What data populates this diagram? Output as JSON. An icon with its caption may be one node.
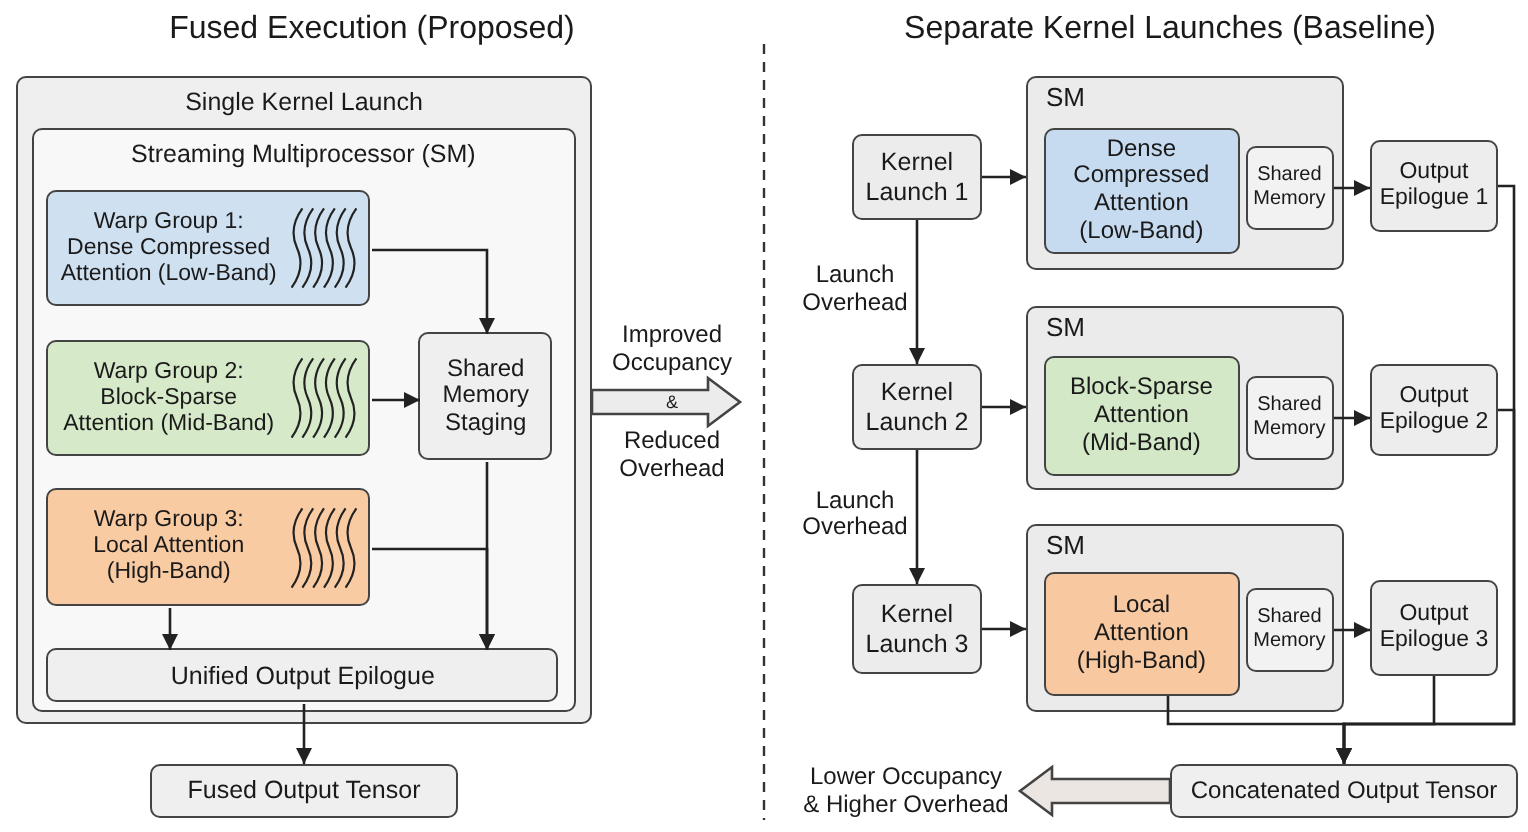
{
  "diagram": {
    "nodes": [
      {
        "text": [
          "Single Kernel Launch"
        ]
      },
      {
        "text": [
          "Streaming Multiprocessor (SM)"
        ],
        "in": 0
      },
      {
        "text": [
          "Warp Group 1:",
          "Dense Compressed Attention (Low-Band)"
        ],
        "in": 1
      },
      {
        "text": [
          "Warp Group 2:",
          "Block-Sparse Attention (Mid-Band)"
        ],
        "in": 1
      },
      {
        "text": [
          "Shared Memory Staging"
        ],
        "in": 1
      },
      {
        "text": [
          "Warp Group 3:",
          "Local Attention (High-Band)"
        ],
        "in": 1
      },
      {
        "text": [
          "Unified Output Epilogue"
        ],
        "in": 1
      },
      {
        "text": [
          "Fused Output Tensor"
        ]
      },
      {
        "text": [
          "Kernel Launch 1"
        ]
      },
      {
        "text": [
          "SM"
        ]
      },
      {
        "text": [
          "Dense Compressed Attention (Low-Band)"
        ],
        "in": 9
      },
      {
        "text": [
          "Shared Memory"
        ],
        "in": 9
      },
      {
        "text": [
          "Output Epilogue 1"
        ]
      },
      {
        "text": [
          "Kernel Launch 2"
        ]
      },
      {
        "text": [
          "SM"
        ]
      },
      {
        "text": [
          "Block-Sparse Attention (Mid-Band)"
        ],
        "in": 14
      },
      {
        "text": [
          "Shared Memory"
        ],
        "in": 14
      },
      {
        "text": [
          "Output Epilogue 2"
        ]
      },
      {
        "text": [
          "Kernel Launch 3"
        ]
      },
      {
        "text": [
          "SM"
        ]
      },
      {
        "text": [
          "Local Attention (High-Band)"
        ],
        "in": 19
      },
      {
        "text": [
          "Shared Memory"
        ],
        "in": 19
      },
      {
        "text": [
          "Output Epilogue 3"
        ]
      },
      {
        "text": [
          "Lower Occupancy & Higher Overhead"
        ]
      },
      {
        "text": [
          "Concatenated Output Tensor"
        ]
      }
    ],
    "edges": [
      {
        "from": 2,
        "to": 4,
        "arrow": "to"
      },
      {
        "from": 3,
        "to": 4,
        "arrow": "to"
      },
      {
        "from": 4,
        "to": 6,
        "arrow": "to"
      },
      {
        "from": 5,
        "to": 6,
        "arrow": "to"
      },
      {
        "from": 5,
        "to": 6,
        "arrow": "to"
      },
      {
        "from": 6,
        "to": 7,
        "arrow": "to"
      },
      {
        "from": 0,
        "to": null,
        "arrow": "to",
        "style": "thick"
      },
      {
        "from": 8,
        "to": 9,
        "arrow": "to"
      },
      {
        "from": 11,
        "to": 12,
        "arrow": "to"
      },
      {
        "from": 8,
        "to": 13,
        "arrow": "to",
        "label": "Launch Overhead"
      },
      {
        "from": 13,
        "to": 14,
        "arrow": "to"
      },
      {
        "from": 16,
        "to": 17,
        "arrow": "to"
      },
      {
        "from": 13,
        "to": 18,
        "arrow": "to",
        "label": "Launch Overhead"
      },
      {
        "from": 18,
        "to": 19,
        "arrow": "to"
      },
      {
        "from": 21,
        "to": 22,
        "arrow": "to"
      },
      {
        "from": 12,
        "to": 24,
        "arrow": "to"
      },
      {
        "from": 17,
        "to": 24,
        "arrow": "to"
      },
      {
        "from": 22,
        "to": 24,
        "arrow": "to"
      },
      {
        "from": 20,
        "to": 24,
        "arrow": "to"
      },
      {
        "from": 24,
        "to": 23,
        "arrow": "to",
        "style": "thick"
      }
    ],
    "labels": [
      "Fused Execution (Proposed)",
      "Separate Kernel Launches (Baseline)",
      "Improved Occupancy",
      "&",
      "Reduced Overhead"
    ]
  }
}
